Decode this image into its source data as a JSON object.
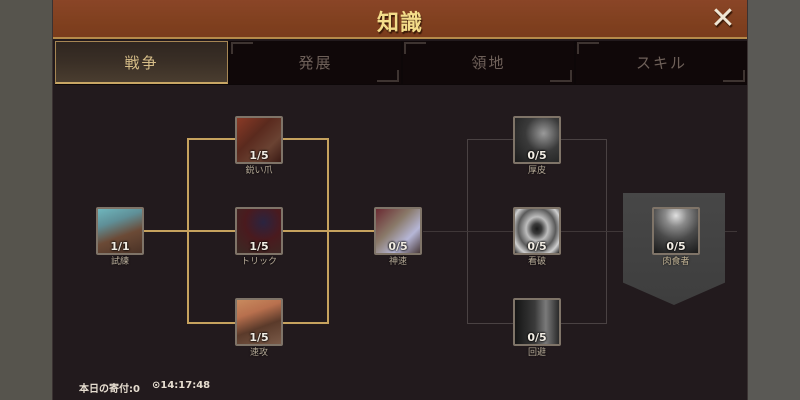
{
  "header": {
    "title": "知識",
    "close_icon": "✕"
  },
  "tabs": [
    {
      "label": "戦争",
      "active": true
    },
    {
      "label": "発展",
      "active": false
    },
    {
      "label": "領地",
      "active": false
    },
    {
      "label": "スキル",
      "active": false
    }
  ],
  "nodes": [
    {
      "id": "training",
      "name": "試練",
      "level": "1/1",
      "icon": "mammoth-icon",
      "colors": [
        "#5f8f97",
        "#6b4a36"
      ]
    },
    {
      "id": "sharp-claw",
      "name": "鋭い爪",
      "level": "1/5",
      "icon": "claw-beast-icon",
      "colors": [
        "#7a2f22",
        "#4a2018"
      ]
    },
    {
      "id": "trick",
      "name": "トリック",
      "level": "1/5",
      "icon": "gear-bear-icon",
      "colors": [
        "#5a1e20",
        "#3a2a26"
      ]
    },
    {
      "id": "quick-attack",
      "name": "速攻",
      "level": "1/5",
      "icon": "dog-speed-icon",
      "colors": [
        "#b8704e",
        "#5a3a2a"
      ]
    },
    {
      "id": "god-speed",
      "name": "神速",
      "level": "0/5",
      "icon": "wolf-lightning-icon",
      "colors": [
        "#6a2a32",
        "#8a7a6a"
      ]
    },
    {
      "id": "thick-hide",
      "name": "厚皮",
      "level": "0/5",
      "icon": "shield-beast-icon",
      "colors": [
        "#3a3a3a",
        "#1c1c1c"
      ]
    },
    {
      "id": "see-through",
      "name": "看破",
      "level": "0/5",
      "icon": "eye-icon",
      "colors": [
        "#9a9a9a",
        "#2a2a2a"
      ]
    },
    {
      "id": "evade",
      "name": "回避",
      "level": "0/5",
      "icon": "gorilla-icon",
      "colors": [
        "#3a3a3a",
        "#151515"
      ]
    },
    {
      "id": "carnivore",
      "name": "肉食者",
      "level": "0/5",
      "icon": "skull-beast-icon",
      "colors": [
        "#6a6a6a",
        "#1a1a1a"
      ]
    }
  ],
  "footer": {
    "donation_label": "本日の寄付:0",
    "timer_icon": "⊙",
    "timer": "14:17:48"
  }
}
